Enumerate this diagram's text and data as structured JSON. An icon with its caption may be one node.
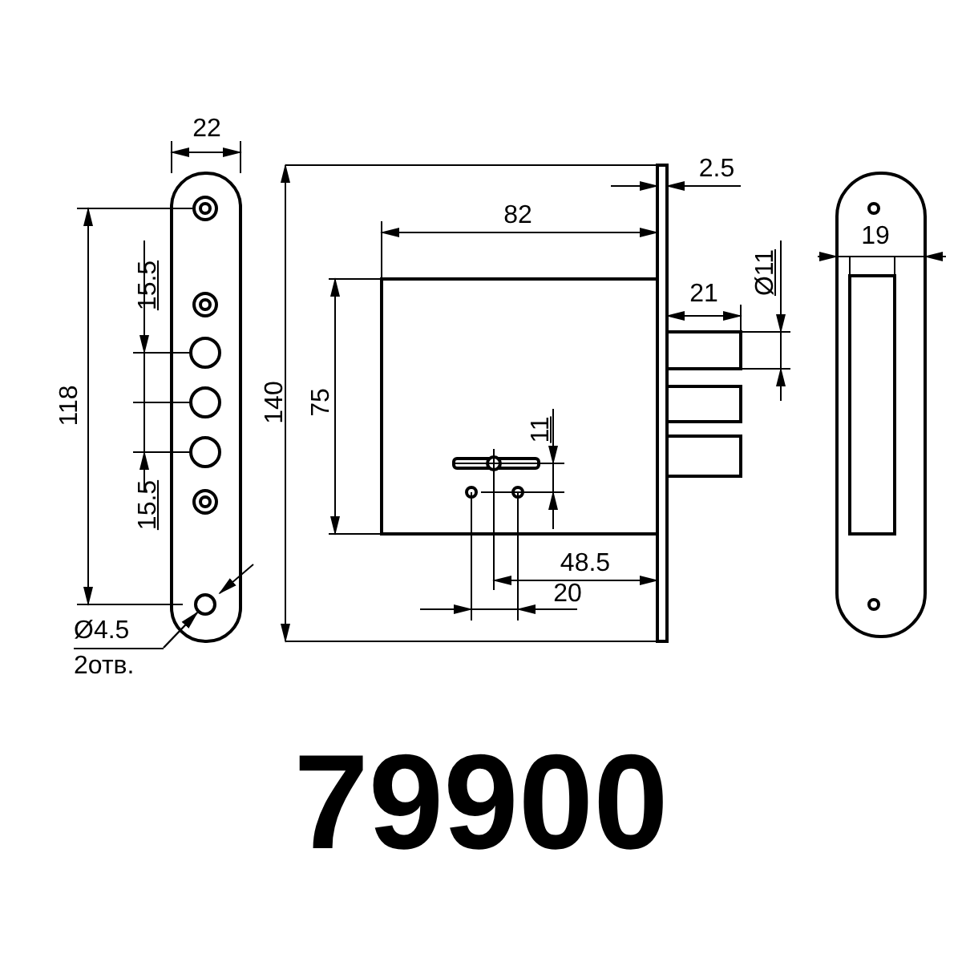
{
  "diagram": {
    "title": "79900",
    "nodes": [
      {
        "text": [
          "Ø4.5",
          "2отв."
        ]
      },
      {
        "text": [],
        "shape": "circle"
      }
    ],
    "edges": [
      {
        "from": 0,
        "to": 1,
        "arrow": "to"
      }
    ],
    "labels": [
      "22",
      "118",
      "15.5",
      "15.5",
      "140",
      "82",
      "2.5",
      "75",
      "11",
      "21",
      "Ø11",
      "19",
      "48.5",
      "20"
    ]
  }
}
